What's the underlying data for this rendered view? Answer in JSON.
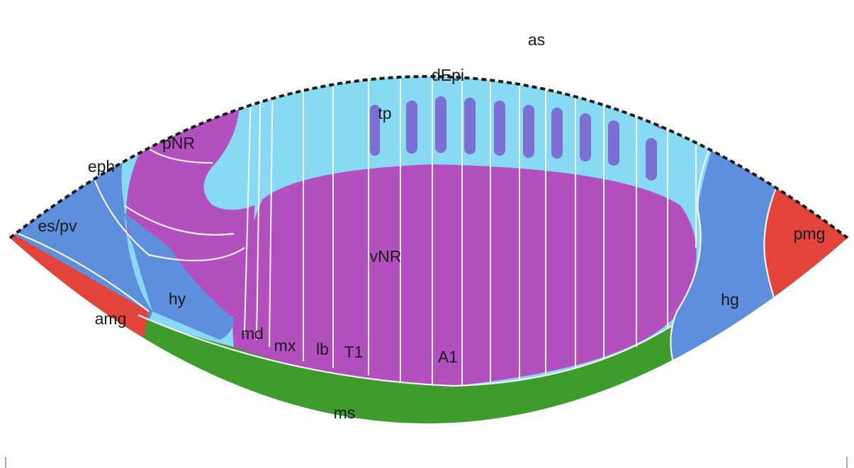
{
  "diagram": {
    "colors": {
      "epidermis_light": "#87d9f4",
      "ventral_purple": "#b44fbf",
      "foregut_blue": "#5e8fdc",
      "midgut_red": "#e2443b",
      "mesoderm_green": "#3e9c2c",
      "amnioserosa_gray": "#8a8a8a",
      "tracheal_pit": "#7b6fd4",
      "segment_line": "#f4f4f4"
    },
    "labels": {
      "as": "as",
      "dEpi": "dEpi",
      "tp": "tp",
      "pNR": "pNR",
      "eph": "eph",
      "es_pv": "es/pv",
      "vNR": "vNR",
      "hy": "hy",
      "amg": "amg",
      "md": "md",
      "mx": "mx",
      "lb": "lb",
      "T1": "T1",
      "A1": "A1",
      "ms": "ms",
      "hg": "hg",
      "pmg": "pmg"
    }
  }
}
